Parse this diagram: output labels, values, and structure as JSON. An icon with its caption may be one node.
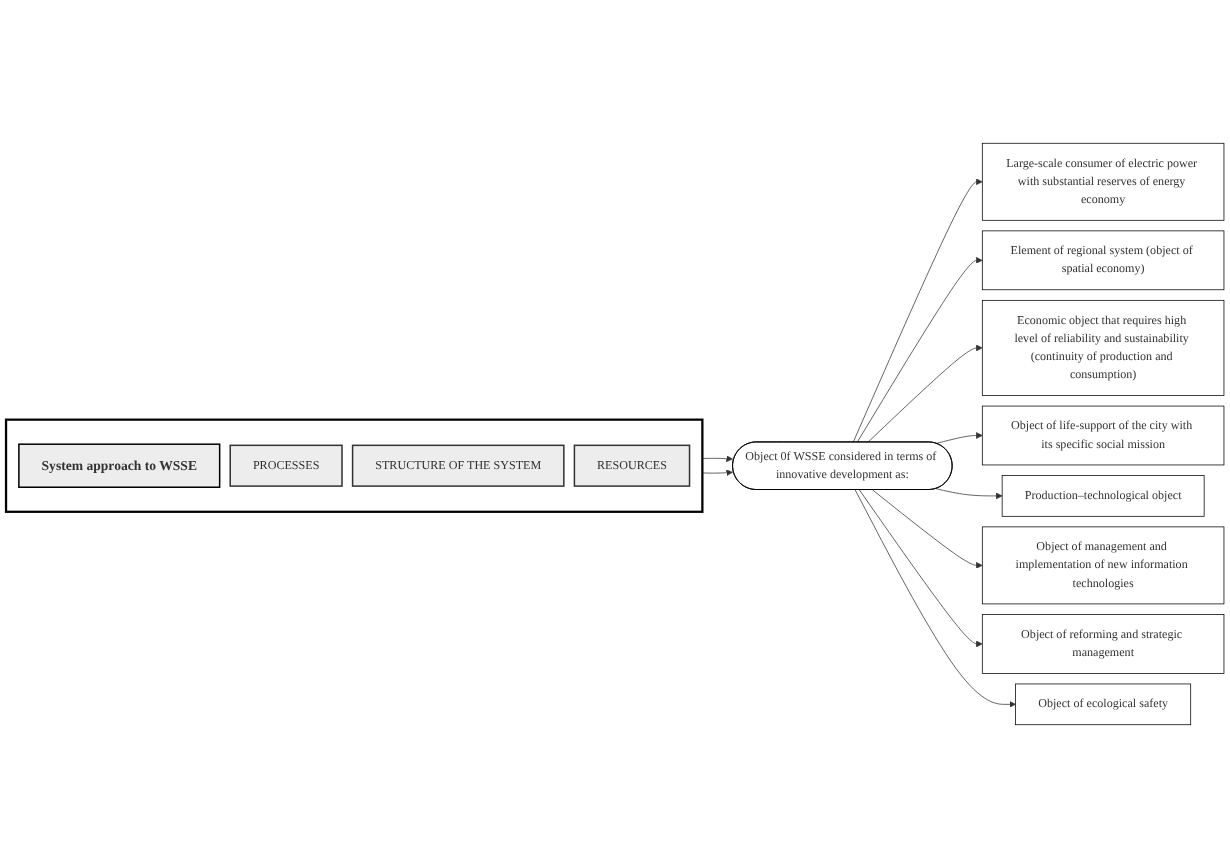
{
  "diagram": {
    "nodes": [
      {
        "text": [],
        "shape": "box"
      },
      {
        "text": [
          "System approach to WSSE"
        ],
        "in": 0
      },
      {
        "text": [
          "PROCESSES"
        ],
        "in": 0
      },
      {
        "text": [
          "STRUCTURE OF THE SYSTEM"
        ],
        "in": 0
      },
      {
        "text": [
          "RESOURCES"
        ],
        "in": 0
      },
      {
        "text": [
          "Object 0f WSSE considered in terms of innovative development as:"
        ]
      },
      {
        "text": [
          "Large-scale consumer of electric power with substantial reserves of energy economy"
        ]
      },
      {
        "text": [
          "Element of regional system (object of spatial economy)"
        ]
      },
      {
        "text": [
          "Economic object that requires high level of reliability and sustainability (continuity of production and consumption)"
        ]
      },
      {
        "text": [
          "Object of life-support of the city with its specific social mission"
        ]
      },
      {
        "text": [
          "Production–technological object"
        ]
      },
      {
        "text": [
          "Object of management and implementation of new information technologies"
        ]
      },
      {
        "text": [
          "Object of reforming and strategic management"
        ]
      },
      {
        "text": [
          "Object of ecological safety"
        ]
      }
    ],
    "edges": [
      {
        "from": 0,
        "to": 5,
        "arrow": "to"
      },
      {
        "from": 0,
        "to": 5,
        "arrow": "to"
      },
      {
        "from": 5,
        "to": 6,
        "arrow": "to"
      },
      {
        "from": 5,
        "to": 7,
        "arrow": "to"
      },
      {
        "from": 5,
        "to": 8,
        "arrow": "to"
      },
      {
        "from": 5,
        "to": 9,
        "arrow": "to"
      },
      {
        "from": 5,
        "to": 10,
        "arrow": "to"
      },
      {
        "from": 5,
        "to": 11,
        "arrow": "to"
      },
      {
        "from": 5,
        "to": 12,
        "arrow": "to"
      },
      {
        "from": 5,
        "to": 13,
        "arrow": "to"
      }
    ]
  }
}
